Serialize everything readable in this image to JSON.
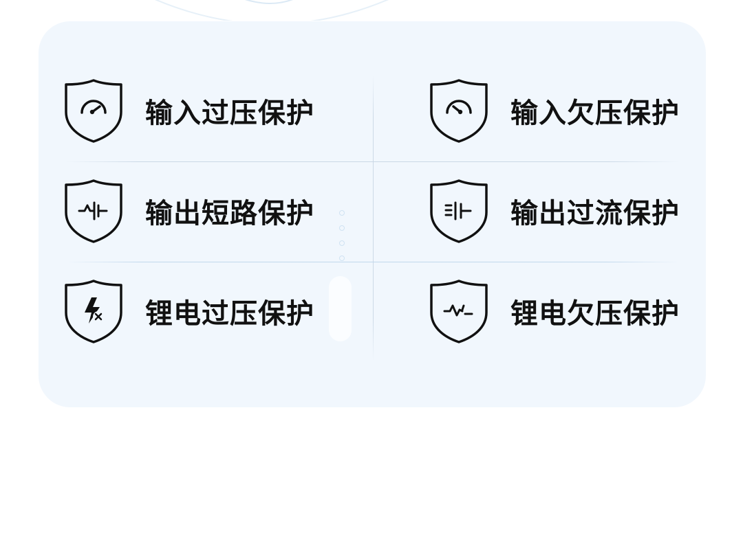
{
  "items": [
    {
      "label": "输入过压保护",
      "icon": "gauge-high-icon"
    },
    {
      "label": "输入欠压保护",
      "icon": "gauge-low-icon"
    },
    {
      "label": "输出短路保护",
      "icon": "short-circuit-icon"
    },
    {
      "label": "输出过流保护",
      "icon": "overcurrent-icon"
    },
    {
      "label": "锂电过压保护",
      "icon": "battery-overvoltage-icon"
    },
    {
      "label": "锂电欠压保护",
      "icon": "battery-undervoltage-icon"
    }
  ],
  "colors": {
    "card_background": "#f1f7fd",
    "text": "#111111",
    "icon_stroke": "#111111",
    "divider": "#c8d6e4"
  }
}
